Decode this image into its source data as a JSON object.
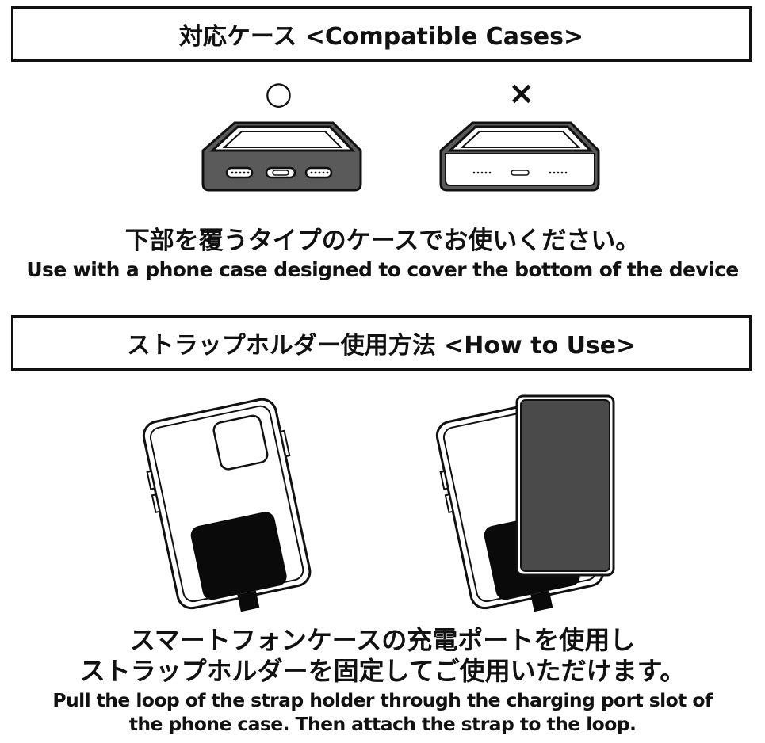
{
  "section1": {
    "title": "対応ケース <Compatible Cases>",
    "ok_mark": "○",
    "ng_mark": "×",
    "caption_jp": "下部を覆うタイプのケースでお使いください。",
    "caption_en": "Use with a phone case designed to cover the bottom of the device"
  },
  "section2": {
    "title": "ストラップホルダー使用方法 <How to Use>",
    "caption_jp_line1": "スマートフォンケースの充電ポートを使用し",
    "caption_jp_line2": "ストラップホルダーを固定してご使用いただけます。",
    "caption_en_line1": "Pull the loop of the strap holder through the charging port slot of",
    "caption_en_line2": "the phone case. Then attach the strap to the loop."
  },
  "colors": {
    "ink": "#111111",
    "case_gray": "#5a5a5a",
    "cover_gray": "#4a4a4a",
    "holder_black": "#0a0a0a"
  }
}
